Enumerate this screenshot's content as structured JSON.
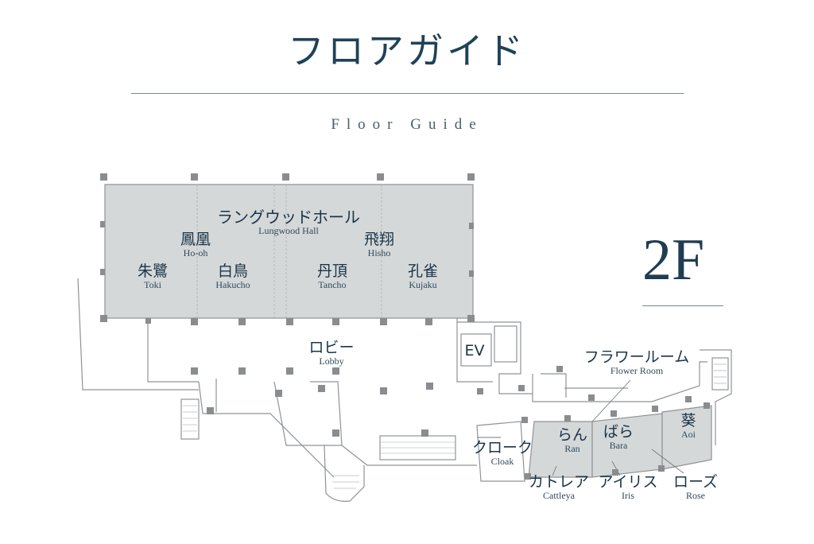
{
  "title": "フロアガイド",
  "subtitle": "Floor Guide",
  "floor": "2F",
  "rooms": {
    "lungwood": {
      "jp": "ラングウッドホール",
      "en": "Lungwood Hall"
    },
    "hooh": {
      "jp": "鳳凰",
      "en": "Ho-oh"
    },
    "hisho": {
      "jp": "飛翔",
      "en": "Hisho"
    },
    "toki": {
      "jp": "朱鷺",
      "en": "Toki"
    },
    "hakucho": {
      "jp": "白鳥",
      "en": "Hakucho"
    },
    "tancho": {
      "jp": "丹頂",
      "en": "Tancho"
    },
    "kujaku": {
      "jp": "孔雀",
      "en": "Kujaku"
    },
    "lobby": {
      "jp": "ロビー",
      "en": "Lobby"
    },
    "ev": {
      "jp": "EV"
    },
    "flower_room": {
      "jp": "フラワールーム",
      "en": "Flower Room"
    },
    "cloak": {
      "jp": "クローク",
      "en": "Cloak"
    },
    "ran": {
      "jp": "らん",
      "en": "Ran"
    },
    "bara": {
      "jp": "ばら",
      "en": "Bara"
    },
    "aoi": {
      "jp": "葵",
      "en": "Aoi"
    },
    "cattleya": {
      "jp": "カトレア",
      "en": "Cattleya"
    },
    "iris": {
      "jp": "アイリス",
      "en": "Iris"
    },
    "rose": {
      "jp": "ローズ",
      "en": "Rose"
    }
  },
  "colors": {
    "room_fill": "#d5d8d9",
    "wall": "#8f9396",
    "column": "#8a8d90",
    "text": "#1f3d52"
  }
}
